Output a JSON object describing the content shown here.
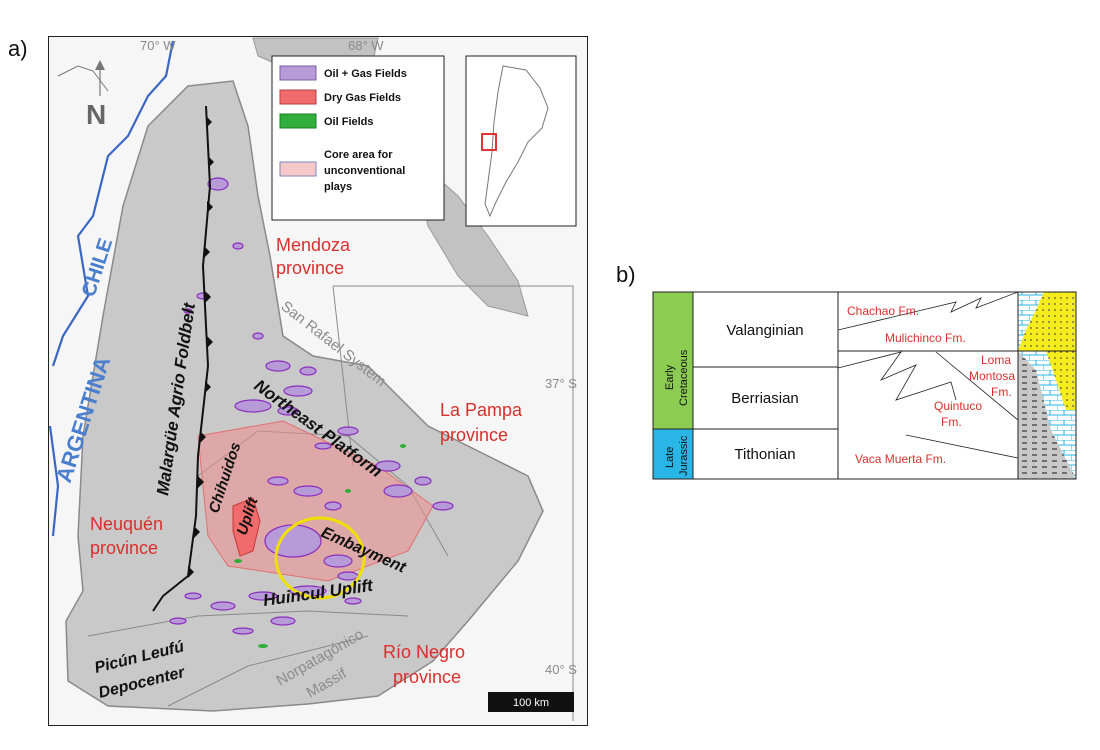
{
  "panel_a_label": "a)",
  "panel_b_label": "b)",
  "map": {
    "graticule": {
      "lon_70": "70° W",
      "lon_68": "68° W",
      "lat_37": "37° S",
      "lat_40": "40° S"
    },
    "north_label": "N",
    "countries": {
      "chile": "CHILE",
      "argentina": "ARGENTINA"
    },
    "provinces": {
      "mendoza_1": "Mendoza",
      "mendoza_2": "province",
      "lapampa_1": "La Pampa",
      "lapampa_2": "province",
      "neuquen_1": "Neuquén",
      "neuquen_2": "province",
      "rionegro_1": "Río Negro",
      "rionegro_2": "province"
    },
    "features": {
      "malargue": "Malargüe Agrio Foldbelt",
      "northeast_platform": "Northeast Platform",
      "chihuidos_1": "Chihuidos",
      "chihuidos_2": "Uplift",
      "embayment": "Embayment",
      "huincul": "Huincul Uplift",
      "picun_1": "Picún Leufú",
      "picun_2": "Depocenter",
      "san_rafael": "San Rafael System",
      "norpatagonico_1": "Norpatagónico",
      "norpatagonico_2": "Massif"
    },
    "legend": {
      "items": [
        {
          "label": "Oil + Gas Fields",
          "color": "#b79ad8"
        },
        {
          "label": "Dry Gas Fields",
          "color": "#f06b6b"
        },
        {
          "label": "Oil Fields",
          "color": "#2fae3c"
        }
      ],
      "core_1": "Core area for",
      "core_2": "unconventional",
      "core_3": "plays",
      "core_color": "#f5c9c9"
    },
    "scale_bar": "100 km",
    "colors": {
      "basin": "#c9c9c9",
      "field_purple": "#9b3fc3",
      "highlight": "#f0e000",
      "river": "#3a68c4"
    }
  },
  "strat": {
    "eras": [
      {
        "line1": "Early",
        "line2": "Cretaceous",
        "color": "#8ccc52"
      },
      {
        "line1": "Late",
        "line2": "Jurassic",
        "color": "#29b6e6"
      }
    ],
    "stages": [
      "Valanginian",
      "Berriasian",
      "Tithonian"
    ],
    "formations": {
      "chachao": "Chachao Fm.",
      "mulichinco": "Mulichinco Fm.",
      "loma_1": "Loma",
      "loma_2": "Montosa",
      "loma_3": "Fm.",
      "quintuco_1": "Quintuco",
      "quintuco_2": "Fm.",
      "vaca_muerta": "Vaca Muerta Fm."
    }
  }
}
